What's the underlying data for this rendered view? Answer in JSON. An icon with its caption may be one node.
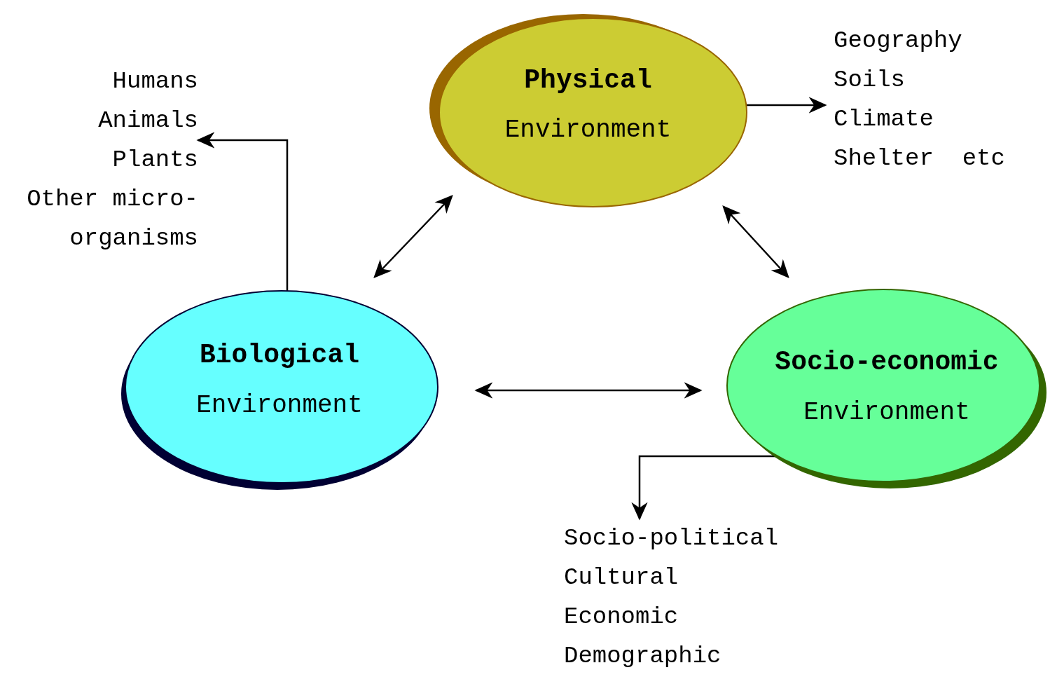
{
  "diagram": {
    "nodes": [
      {
        "text": [
          "Physical",
          "Environment"
        ]
      },
      {
        "text": [
          "Biological",
          "Environment"
        ]
      },
      {
        "text": [
          "Socio-economic",
          "Environment"
        ]
      },
      {
        "text": [
          "Geography",
          "Soils",
          "Climate",
          "Shelter  etc"
        ]
      },
      {
        "text": [
          "Humans",
          "Animals",
          "Plants",
          "Other micro- organisms"
        ]
      },
      {
        "text": [
          "Socio-political",
          "Cultural",
          "Economic",
          "Demographic"
        ]
      }
    ],
    "edges": [
      {
        "from": 0,
        "to": 3,
        "arrow": "to"
      },
      {
        "from": 1,
        "to": 4,
        "arrow": "to"
      },
      {
        "from": 2,
        "to": 5,
        "arrow": "to"
      },
      {
        "from": 0,
        "to": 1,
        "arrow": "both"
      },
      {
        "from": 0,
        "to": 2,
        "arrow": "both"
      },
      {
        "from": 1,
        "to": 2,
        "arrow": "both"
      }
    ]
  }
}
